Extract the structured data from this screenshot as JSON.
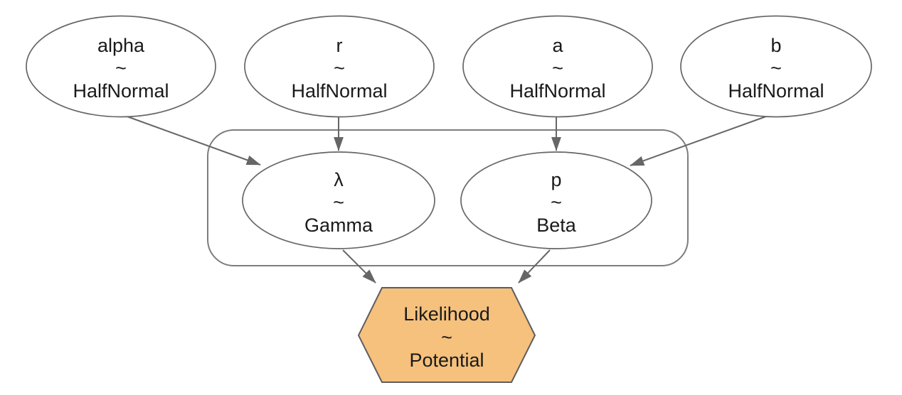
{
  "diagram": {
    "kind": "probabilistic-graphical-model",
    "colors": {
      "background": "#ffffff",
      "node_stroke": "#666666",
      "edge": "#666666",
      "plate_stroke": "#7d7d7d",
      "text": "#1a1a1a",
      "hexagon_fill": "#f5c17d"
    },
    "nodes": {
      "alpha": {
        "label": "alpha",
        "tilde": "~",
        "dist": "HalfNormal",
        "shape": "ellipse"
      },
      "r": {
        "label": "r",
        "tilde": "~",
        "dist": "HalfNormal",
        "shape": "ellipse"
      },
      "a": {
        "label": "a",
        "tilde": "~",
        "dist": "HalfNormal",
        "shape": "ellipse"
      },
      "b": {
        "label": "b",
        "tilde": "~",
        "dist": "HalfNormal",
        "shape": "ellipse"
      },
      "lambda": {
        "label": "λ",
        "tilde": "~",
        "dist": "Gamma",
        "shape": "ellipse"
      },
      "p": {
        "label": "p",
        "tilde": "~",
        "dist": "Beta",
        "shape": "ellipse"
      },
      "likelihood": {
        "label": "Likelihood",
        "tilde": "~",
        "dist": "Potential",
        "shape": "hexagon"
      }
    },
    "edges": [
      {
        "from": "alpha",
        "to": "lambda"
      },
      {
        "from": "r",
        "to": "lambda"
      },
      {
        "from": "a",
        "to": "p"
      },
      {
        "from": "b",
        "to": "p"
      },
      {
        "from": "lambda",
        "to": "likelihood"
      },
      {
        "from": "p",
        "to": "likelihood"
      }
    ]
  }
}
